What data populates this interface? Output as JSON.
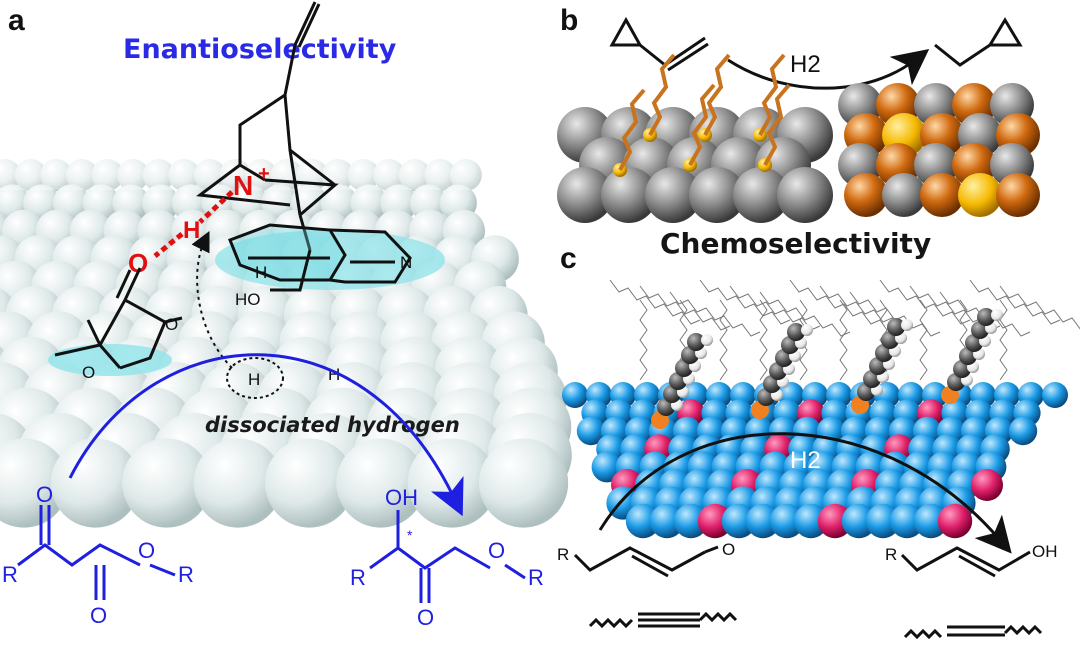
{
  "panels": {
    "a": {
      "letter": "a",
      "title": "Enantioselectivity",
      "caption": "dissociated hydrogen",
      "atoms": {
        "N_plus": "N",
        "plus": "+",
        "H_bond": "H",
        "O_minus": "O",
        "H_dissoc": "H",
        "H_free": "H",
        "HO": "HO",
        "H_chiral": "H",
        "N_ring": "N",
        "O_ketone": "O",
        "O_ring": "O"
      },
      "reactant": {
        "O_top": "O",
        "O_bottom": "O",
        "O_ester": "O",
        "R_left": "R",
        "R_right": "R"
      },
      "product": {
        "OH": "OH",
        "star": "*",
        "O_bottom": "O",
        "O_ester": "O",
        "R_left": "R",
        "R_right": "R"
      },
      "colors": {
        "accent_blue": "#1f1fe0",
        "bond_red": "#e01010",
        "surface": "#dce8e8",
        "highlight": "#8fe3ea"
      }
    },
    "b": {
      "letter": "b",
      "h2": "H2",
      "caption": "Chemoselectivity",
      "colors": {
        "pt_gray": "#8a8a8a",
        "ligand": "#c8741e",
        "sulfur": "#f5b800",
        "sn_orange": "#d06a10"
      }
    },
    "c": {
      "letter": "c",
      "h2": "H2",
      "reactant": {
        "R": "R",
        "O": "O"
      },
      "product": {
        "R": "R",
        "OH": "OH"
      },
      "colors": {
        "sphere_blue": "#1a9ae6",
        "sphere_pink": "#e0206a",
        "orange": "#f08020"
      }
    }
  }
}
